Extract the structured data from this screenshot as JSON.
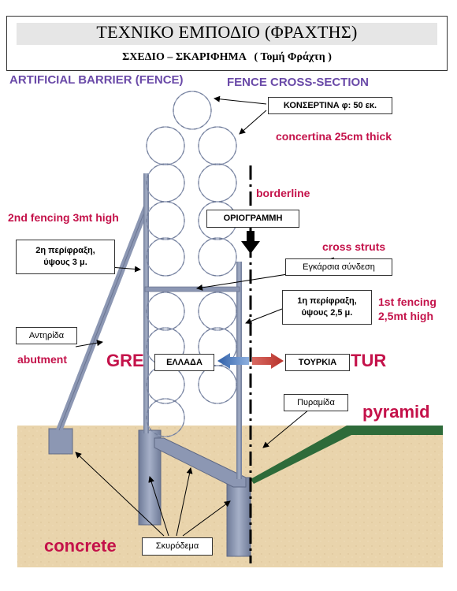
{
  "header": {
    "title": "ΤΕΧΝΙΚΟ ΕΜΠΟΔΙΟ (ΦΡΑΧΤΗΣ)",
    "subtitle": "ΣΧΕΔΙΟ – ΣΚΑΡΙΦΗΜΑ   ( Τομή Φράχτη )"
  },
  "headings": {
    "left": "ARTIFICIAL BARRIER (FENCE)",
    "right": "FENCE CROSS-SECTION"
  },
  "labels": {
    "concertina_box": "ΚΟΝΣΕΡΤΙΝΑ φ: 50 εκ.",
    "concertina_en": "concertina 25cm thick",
    "borderline_en": "borderline",
    "borderline_box": "ΟΡΙΟΓΡΑΜΜΗ",
    "second_fencing_en": "2nd fencing 3mt high",
    "second_fencing_box_line1": "2η περίφραξη,",
    "second_fencing_box_line2": "ύψους 3 μ.",
    "cross_struts_en": "cross struts",
    "cross_struts_box": "Εγκάρσια σύνδεση",
    "first_fencing_box_line1": "1η περίφραξη,",
    "first_fencing_box_line2": "ύψους 2,5 μ.",
    "first_fencing_en_line1": "1st fencing",
    "first_fencing_en_line2": "2,5mt high",
    "abutment_box": "Αντηρίδα",
    "abutment_en": "abutment",
    "gre": "GRE",
    "greece_box": "ΕΛΛΑΔΑ",
    "turkey_box": "ΤΟΥΡΚΙΑ",
    "tur": "TUR",
    "pyramid_box": "Πυραμίδα",
    "pyramid_en": "pyramid",
    "concrete_en": "concrete",
    "concrete_box": "Σκυρόδεμα"
  },
  "colors": {
    "heading_purple": "#6a4aa8",
    "label_red": "#c4124a",
    "ground": "#e9d4ac",
    "post": "#8a96b2",
    "pyramid_green": "#2e6b3a",
    "arrow_blue": "#3d73c4",
    "arrow_red": "#c0413a"
  }
}
